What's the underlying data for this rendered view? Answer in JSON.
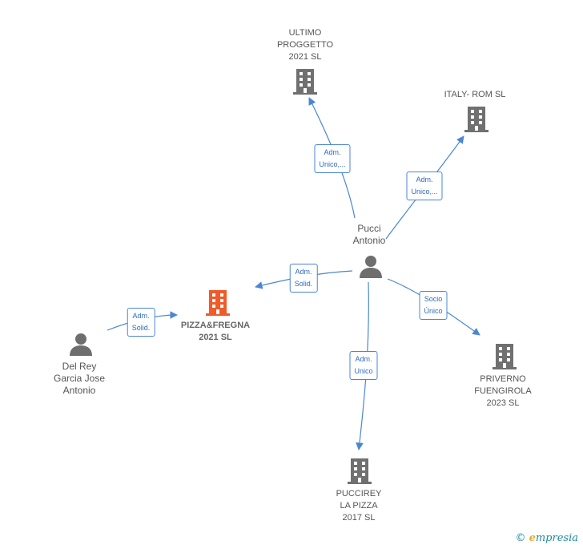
{
  "colors": {
    "edge": "#4a86d4",
    "building_gray": "#707070",
    "building_main": "#ef5b2b",
    "person": "#6e6e6e",
    "label_text": "#555555",
    "edge_label_text": "#2e6bbf"
  },
  "nodes": {
    "ultimo": {
      "lines": [
        "ULTIMO",
        "PROGGETTO",
        "2021  SL"
      ],
      "icon": "building-icon"
    },
    "italy": {
      "lines": [
        "ITALY- ROM SL"
      ],
      "icon": "building-icon"
    },
    "pucci": {
      "lines": [
        "Pucci",
        "Antonio"
      ],
      "icon": "person-icon"
    },
    "pizza": {
      "lines": [
        "PIZZA&FREGNA",
        "2021  SL"
      ],
      "icon": "building-icon"
    },
    "delrey": {
      "lines": [
        "Del Rey",
        "Garcia Jose",
        "Antonio"
      ],
      "icon": "person-icon"
    },
    "priverno": {
      "lines": [
        "PRIVERNO",
        "FUENGIROLA",
        "2023  SL"
      ],
      "icon": "building-icon"
    },
    "puccirey": {
      "lines": [
        "PUCCIREY",
        "LA PIZZA",
        "2017  SL"
      ],
      "icon": "building-icon"
    }
  },
  "edges": {
    "to_ultimo": {
      "lines": [
        "Adm.",
        "Unico,..."
      ]
    },
    "to_italy": {
      "lines": [
        "Adm.",
        "Unico,..."
      ]
    },
    "to_pizza_from_pucci": {
      "lines": [
        "Adm.",
        "Solid."
      ]
    },
    "to_pizza_from_delrey": {
      "lines": [
        "Adm.",
        "Solid."
      ]
    },
    "to_priverno": {
      "lines": [
        "Socio",
        "Único"
      ]
    },
    "to_puccirey": {
      "lines": [
        "Adm.",
        "Unico"
      ]
    }
  },
  "brand": {
    "copyright": "©",
    "initial": "e",
    "name": "mpresia"
  }
}
